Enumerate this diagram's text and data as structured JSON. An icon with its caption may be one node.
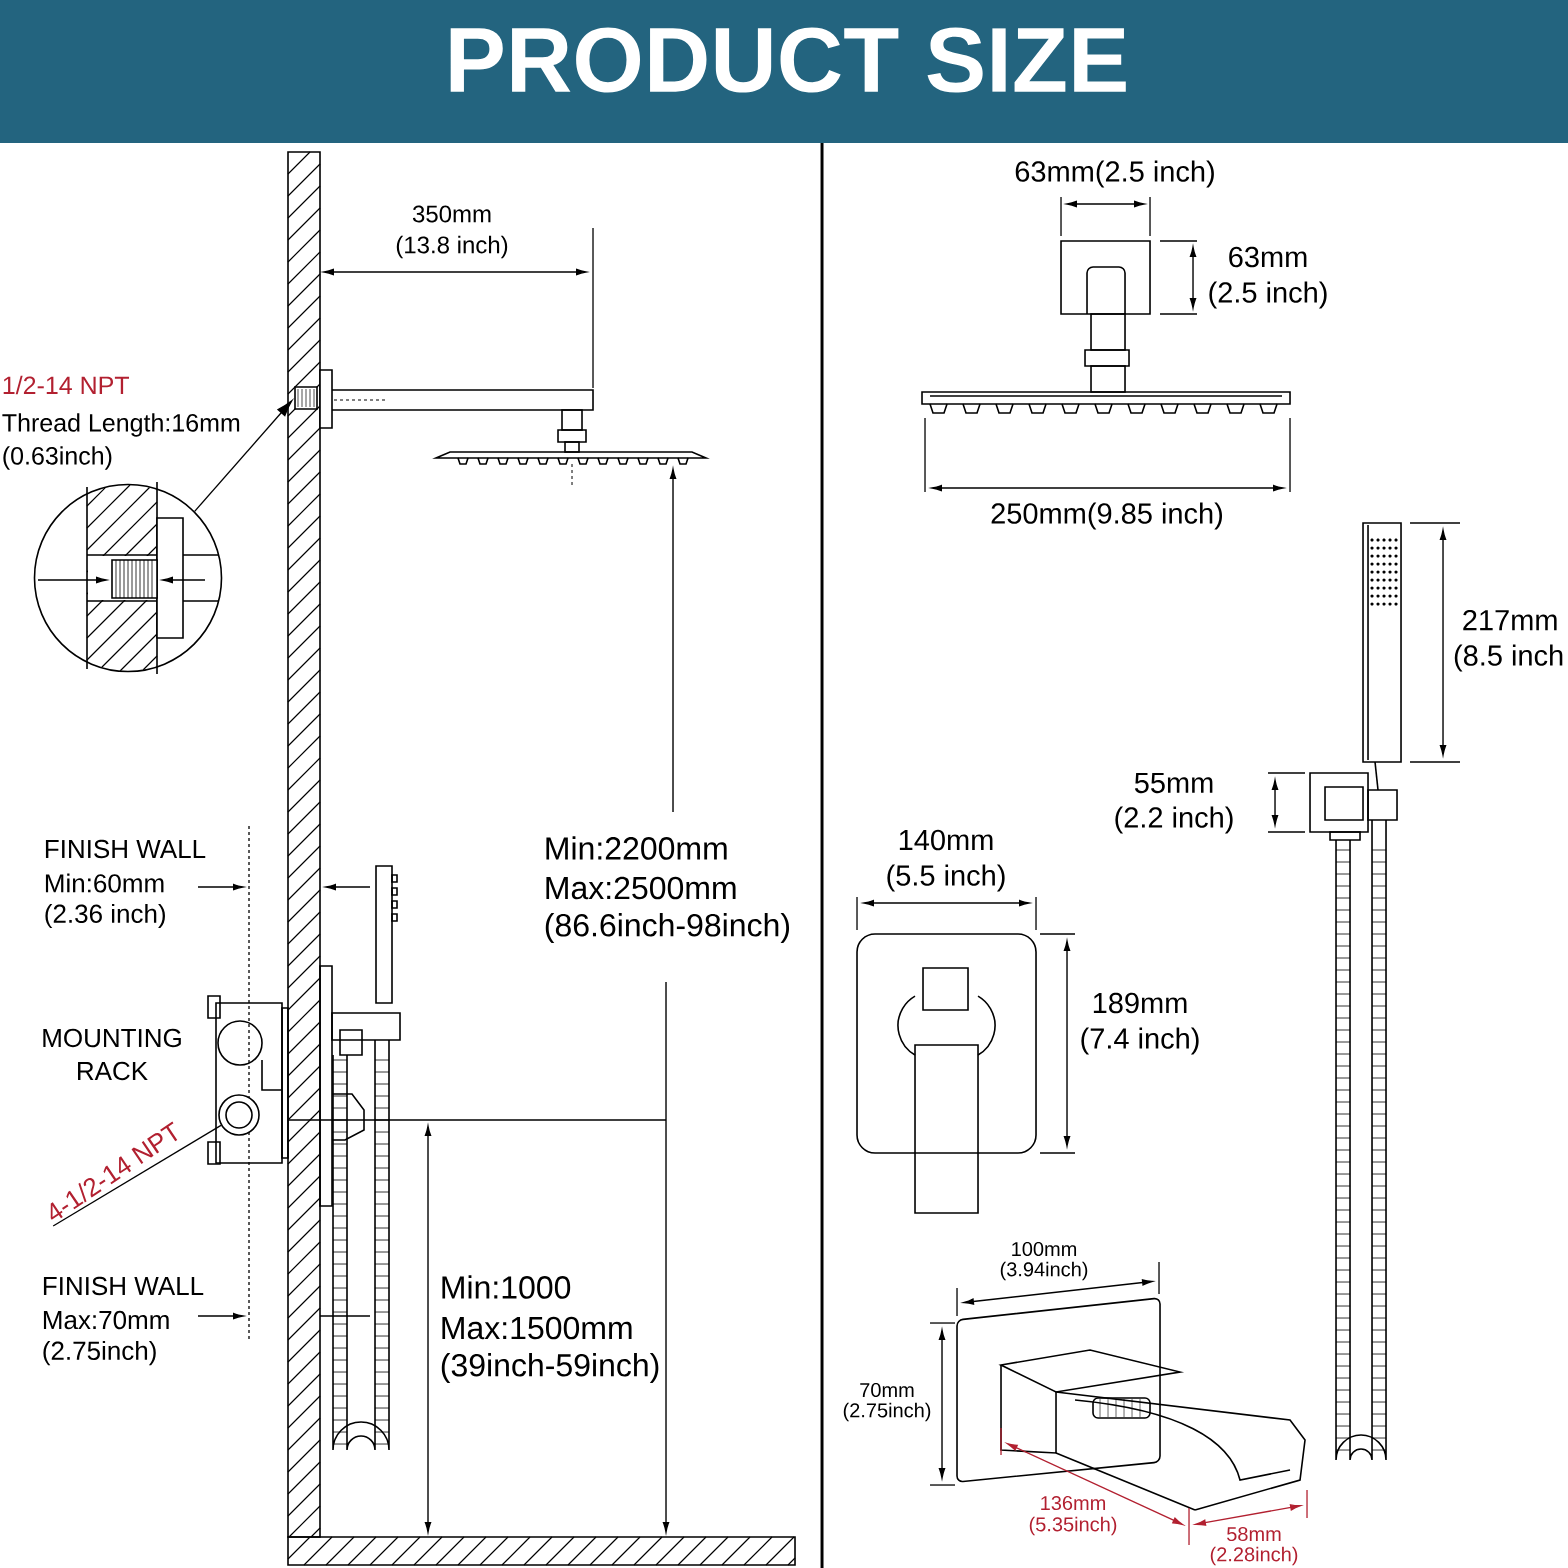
{
  "diagram": {
    "title": "PRODUCT SIZE",
    "nodes": [
      {
        "text": [],
        "shape": "circle"
      },
      {
        "text": [],
        "shape": "picture"
      },
      {
        "text": [
          "4-1/2-14 NPT"
        ]
      },
      {
        "text": [],
        "shape": "circle"
      }
    ],
    "edges": [
      {
        "from": 0,
        "to": 1,
        "arrow": "to"
      },
      {
        "from": 2,
        "to": 3,
        "arrow": "none"
      }
    ],
    "labels": [
      "350mm",
      "(13.8 inch)",
      "1/2-14 NPT",
      "Thread Length:16mm",
      "(0.63inch)",
      "FINISH WALL",
      "Min:60mm",
      "(2.36 inch)",
      "MOUNTING",
      "RACK",
      "FINISH WALL",
      "Max:70mm",
      "(2.75inch)",
      "Min:2200mm",
      "Max:2500mm",
      "(86.6inch-98inch)",
      "Min:1000",
      "Max:1500mm",
      "(39inch-59inch)",
      "63mm(2.5 inch)",
      "63mm",
      "(2.5 inch)",
      "250mm(9.85 inch)",
      "217mm",
      "(8.5 inch",
      "55mm",
      "(2.2 inch)",
      "140mm",
      "(5.5 inch)",
      "189mm",
      "(7.4 inch)",
      "100mm",
      "(3.94inch)",
      "70mm",
      "(2.75inch)",
      "136mm",
      "(5.35inch)",
      "58mm",
      "(2.28inch)"
    ]
  }
}
